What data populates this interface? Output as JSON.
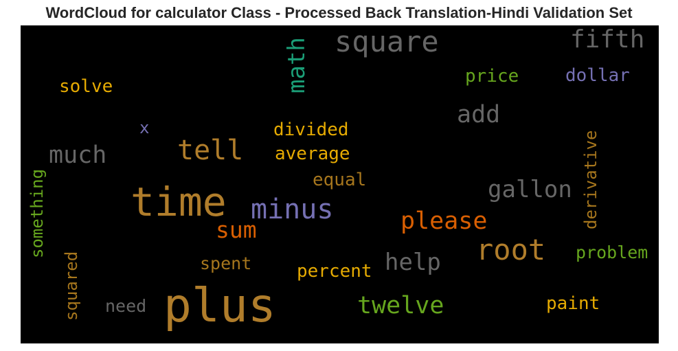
{
  "chart_data": {
    "type": "wordcloud",
    "title": "WordCloud for calculator Class - Processed Back Translation-Hindi Validation Set",
    "background": "#000000",
    "words": [
      {
        "text": "plus",
        "color": "#b07d2b",
        "vertical": false
      },
      {
        "text": "time",
        "color": "#b07d2b",
        "vertical": false
      },
      {
        "text": "minus",
        "color": "#7570b3",
        "vertical": false
      },
      {
        "text": "square",
        "color": "#666666",
        "vertical": false
      },
      {
        "text": "fifth",
        "color": "#666666",
        "vertical": false
      },
      {
        "text": "math",
        "color": "#1b9e77",
        "vertical": true
      },
      {
        "text": "root",
        "color": "#b07d2b",
        "vertical": false
      },
      {
        "text": "tell",
        "color": "#b07d2b",
        "vertical": false
      },
      {
        "text": "much",
        "color": "#666666",
        "vertical": false
      },
      {
        "text": "please",
        "color": "#d95f02",
        "vertical": false
      },
      {
        "text": "gallon",
        "color": "#666666",
        "vertical": false
      },
      {
        "text": "twelve",
        "color": "#66a61e",
        "vertical": false
      },
      {
        "text": "help",
        "color": "#666666",
        "vertical": false
      },
      {
        "text": "add",
        "color": "#666666",
        "vertical": false
      },
      {
        "text": "sum",
        "color": "#d95f02",
        "vertical": false
      },
      {
        "text": "price",
        "color": "#66a61e",
        "vertical": false
      },
      {
        "text": "dollar",
        "color": "#7570b3",
        "vertical": false
      },
      {
        "text": "solve",
        "color": "#e6ab02",
        "vertical": false
      },
      {
        "text": "divided",
        "color": "#e6ab02",
        "vertical": false
      },
      {
        "text": "average",
        "color": "#e6ab02",
        "vertical": false
      },
      {
        "text": "equal",
        "color": "#a6761d",
        "vertical": false
      },
      {
        "text": "x",
        "color": "#7570b3",
        "vertical": false
      },
      {
        "text": "derivative",
        "color": "#a6761d",
        "vertical": true
      },
      {
        "text": "something",
        "color": "#66a61e",
        "vertical": true
      },
      {
        "text": "squared",
        "color": "#a6761d",
        "vertical": true
      },
      {
        "text": "spent",
        "color": "#a6761d",
        "vertical": false
      },
      {
        "text": "percent",
        "color": "#e6ab02",
        "vertical": false
      },
      {
        "text": "need",
        "color": "#666666",
        "vertical": false
      },
      {
        "text": "paint",
        "color": "#e6ab02",
        "vertical": false
      },
      {
        "text": "problem",
        "color": "#66a61e",
        "vertical": false
      }
    ]
  }
}
